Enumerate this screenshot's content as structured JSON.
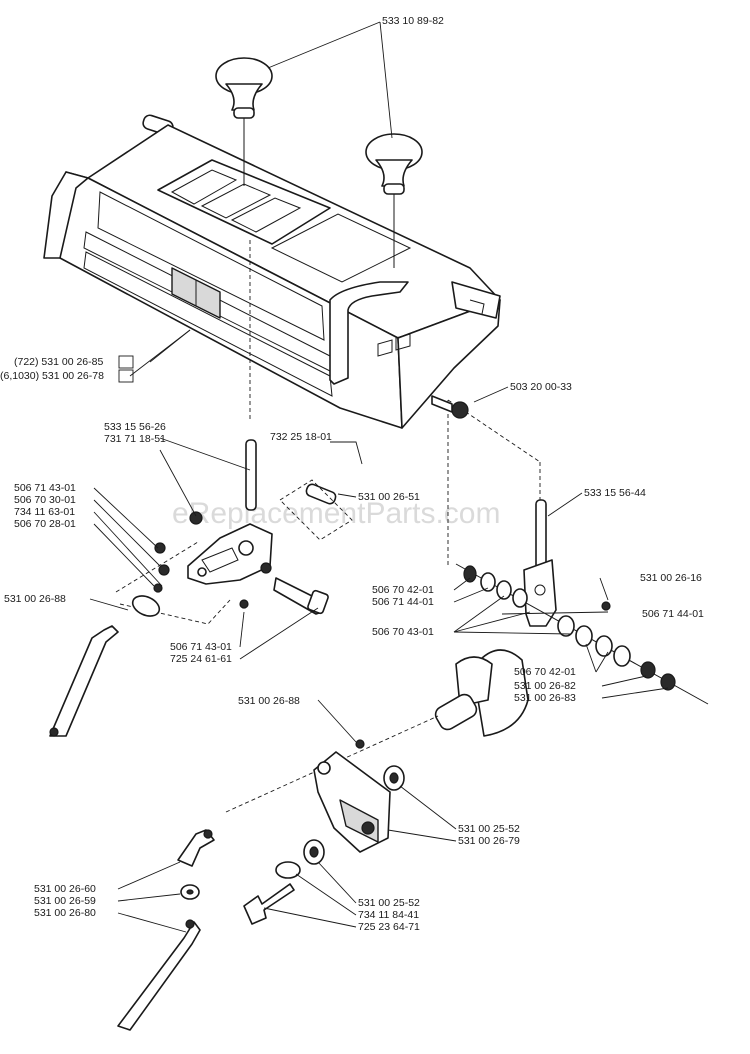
{
  "watermark": "eReplacementParts.com",
  "labels": {
    "knob": "533 10 89-82",
    "panel_a": "(722) 531 00 26-85",
    "panel_b": "(6,1030) 531 00 26-78",
    "washer_r": "503 20 00-33",
    "lever_l_a": "533 15 56-26",
    "lever_l_b": "731 71 18-51",
    "clip_top": "732 25 18-01",
    "bracket_l": "531 00 26-51",
    "l_1": "506 71 43-01",
    "l_2": "506 70 30-01",
    "l_3": "734 11 63-01",
    "l_4": "506 70 28-01",
    "rod_l": "531 00 26-88",
    "bot_l_a": "506 71 43-01",
    "bot_l_b": "725 24 61-61",
    "lever_r": "533 15 56-44",
    "r_right": "531 00 26-16",
    "r_mid_a": "506 70 42-01",
    "r_mid_b": "506 71 44-01",
    "r_right2": "506 71 44-01",
    "r_mid_c": "506 70 43-01",
    "r_low_a": "506 70 42-01",
    "r_low_b": "531 00 26-82",
    "r_low_c": "531 00 26-83",
    "c_top": "531 00 26-88",
    "c_r_a": "531 00 25-52",
    "c_r_b": "531 00 26-79",
    "b_l_a": "531 00 26-60",
    "b_l_b": "531 00 26-59",
    "b_l_c": "531 00 26-80",
    "b_r_a": "531 00 25-52",
    "b_r_b": "734 11 84-41",
    "b_r_c": "725 23 64-71"
  }
}
